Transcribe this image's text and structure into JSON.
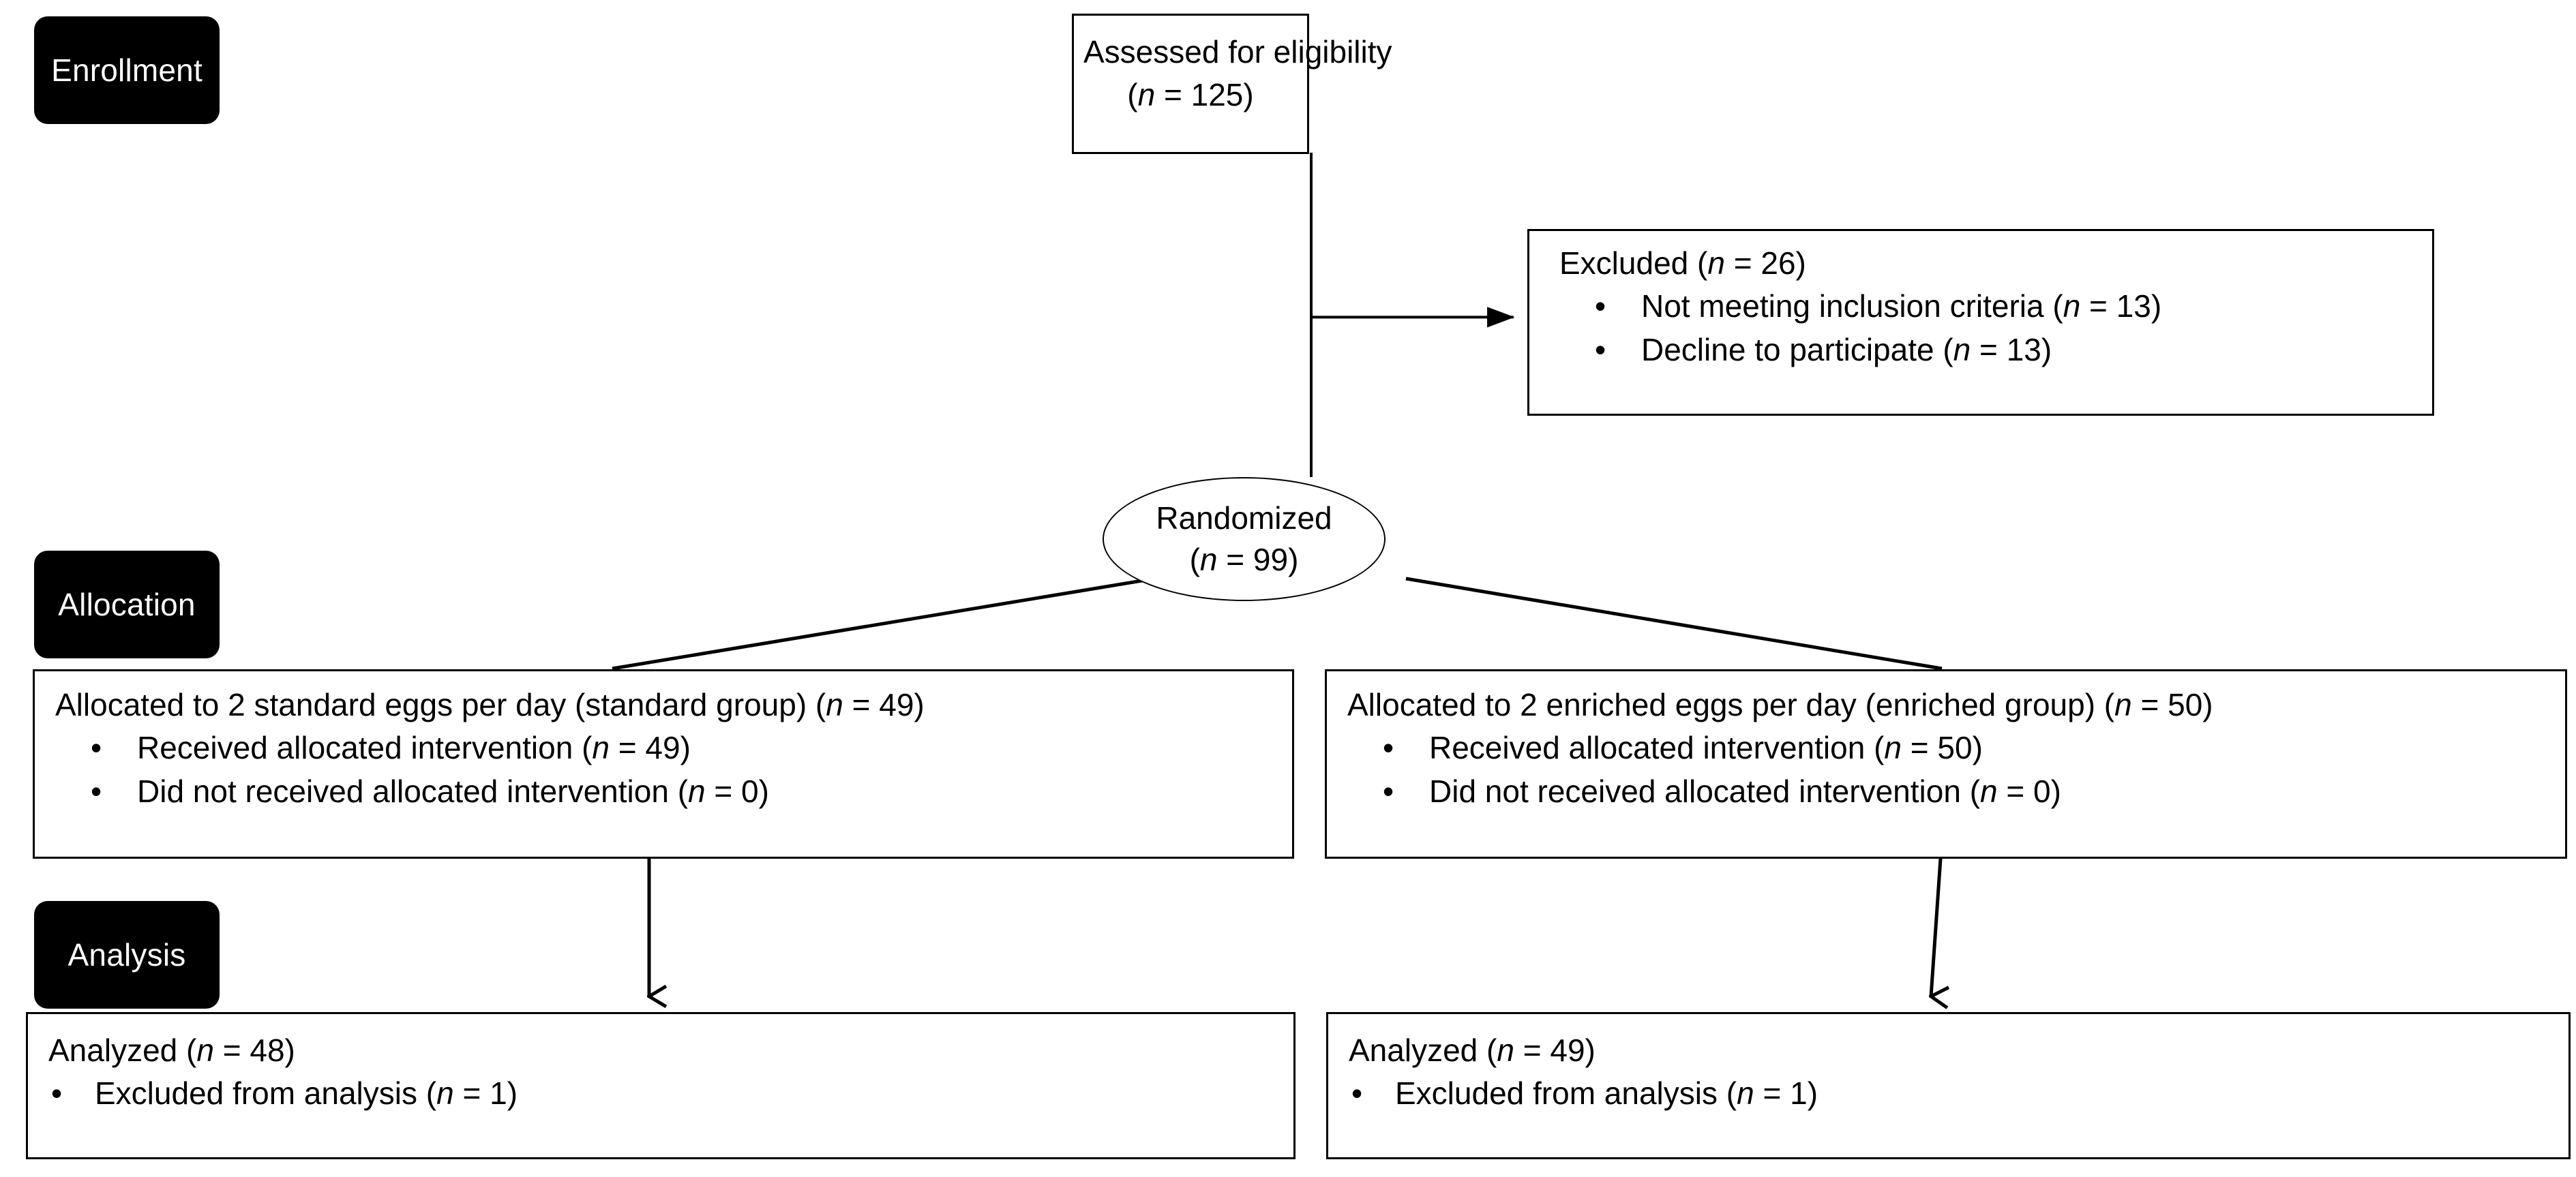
{
  "diagram": {
    "title": "CONSORT participant flow diagram",
    "line_color": "#000000",
    "pill_bg": "#000000",
    "pill_text_color": "#ffffff",
    "box_bg": "#ffffff"
  },
  "stages": {
    "enrollment": "Enrollment",
    "allocation": "Allocation",
    "analysis": "Analysis"
  },
  "enrollment": {
    "assessed": {
      "line1": "Assessed for eligibility",
      "line2_pre": "(",
      "line2_var": "n",
      "line2_post": " = 125)"
    },
    "excluded": {
      "header_pre": "Excluded (",
      "header_var": "n",
      "header_post": " = 26)",
      "bullets": [
        {
          "bullet": "•",
          "text_pre": "Not meeting inclusion criteria (",
          "var": "n",
          "text_post": " = 13)"
        },
        {
          "bullet": "•",
          "text_pre": "Decline to participate (",
          "var": "n",
          "text_post": " = 13)"
        }
      ]
    },
    "randomized": {
      "line1": "Randomized",
      "line2_pre": "(",
      "line2_var": "n",
      "line2_post": " = 99)"
    }
  },
  "allocation": {
    "left": {
      "header_pre": "Allocated to 2 standard eggs per day (standard group) (",
      "header_var": "n",
      "header_post": " = 49)",
      "bullets": [
        {
          "bullet": "•",
          "text_pre": "Received allocated intervention (",
          "var": "n",
          "text_post": " = 49)"
        },
        {
          "bullet": "•",
          "text_pre": "Did not received allocated intervention (",
          "var": "n",
          "text_post": " = 0)"
        }
      ]
    },
    "right": {
      "header_pre": "Allocated to 2 enriched eggs per day (enriched group) (",
      "header_var": "n",
      "header_post": " = 50)",
      "bullets": [
        {
          "bullet": "•",
          "text_pre": "Received allocated intervention (",
          "var": "n",
          "text_post": " = 50)"
        },
        {
          "bullet": "•",
          "text_pre": "Did not received allocated intervention (",
          "var": "n",
          "text_post": " = 0)"
        }
      ]
    }
  },
  "analysis": {
    "left": {
      "header_pre": "Analyzed (",
      "header_var": "n",
      "header_post": " = 48)",
      "bullets": [
        {
          "bullet": "•",
          "text_pre": "Excluded from analysis (",
          "var": "n",
          "text_post": " = 1)"
        }
      ]
    },
    "right": {
      "header_pre": "Analyzed (",
      "header_var": "n",
      "header_post": " = 49)",
      "bullets": [
        {
          "bullet": "•",
          "text_pre": "Excluded from analysis (",
          "var": "n",
          "text_post": " = 1)"
        }
      ]
    }
  },
  "chart_data": {
    "type": "diagram",
    "title": "CONSORT flow diagram",
    "nodes": [
      {
        "id": "assessed",
        "label": "Assessed for eligibility",
        "n": 125
      },
      {
        "id": "excluded",
        "label": "Excluded",
        "n": 26
      },
      {
        "id": "excluded-not-meeting",
        "label": "Not meeting inclusion criteria",
        "n": 13
      },
      {
        "id": "excluded-decline",
        "label": "Decline to participate",
        "n": 13
      },
      {
        "id": "randomized",
        "label": "Randomized",
        "n": 99
      },
      {
        "id": "alloc-standard",
        "label": "Allocated to 2 standard eggs per day (standard group)",
        "n": 49
      },
      {
        "id": "alloc-standard-received",
        "label": "Received allocated intervention",
        "n": 49
      },
      {
        "id": "alloc-standard-not-received",
        "label": "Did not received allocated intervention",
        "n": 0
      },
      {
        "id": "alloc-enriched",
        "label": "Allocated to 2 enriched eggs per day (enriched group)",
        "n": 50
      },
      {
        "id": "alloc-enriched-received",
        "label": "Received allocated intervention",
        "n": 50
      },
      {
        "id": "alloc-enriched-not-received",
        "label": "Did not received allocated intervention",
        "n": 0
      },
      {
        "id": "analyzed-standard",
        "label": "Analyzed",
        "n": 48
      },
      {
        "id": "analyzed-standard-excluded",
        "label": "Excluded from analysis",
        "n": 1
      },
      {
        "id": "analyzed-enriched",
        "label": "Analyzed",
        "n": 49
      },
      {
        "id": "analyzed-enriched-excluded",
        "label": "Excluded from analysis",
        "n": 1
      }
    ],
    "edges": [
      {
        "from": "assessed",
        "to": "randomized"
      },
      {
        "from": "assessed",
        "to": "excluded"
      },
      {
        "from": "randomized",
        "to": "alloc-standard"
      },
      {
        "from": "randomized",
        "to": "alloc-enriched"
      },
      {
        "from": "alloc-standard",
        "to": "analyzed-standard"
      },
      {
        "from": "alloc-enriched",
        "to": "analyzed-enriched"
      }
    ],
    "stages": [
      "Enrollment",
      "Allocation",
      "Analysis"
    ]
  }
}
